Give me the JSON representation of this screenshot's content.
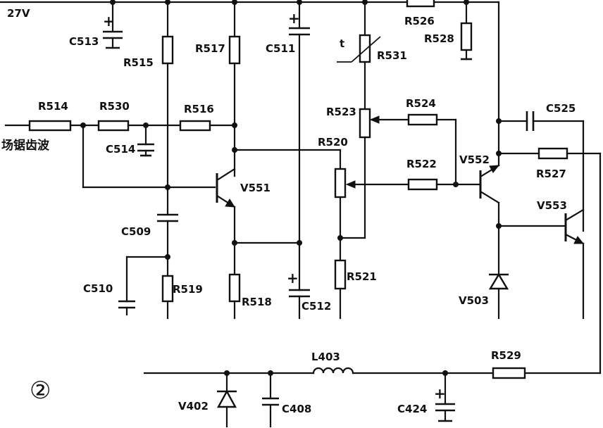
{
  "labels": {
    "supply": "27V",
    "input": "场锯齿波",
    "C513": "C513",
    "R515": "R515",
    "R517": "R517",
    "C511": "C511",
    "R531": "R531",
    "R526": "R526",
    "R528": "R528",
    "t": "t",
    "R514": "R514",
    "R530": "R530",
    "R516": "R516",
    "C514": "C514",
    "R523": "R523",
    "R524": "R524",
    "C525": "C525",
    "R520": "R520",
    "R522": "R522",
    "V552": "V552",
    "R527": "R527",
    "V551": "V551",
    "V553": "V553",
    "C509": "C509",
    "C510": "C510",
    "R519": "R519",
    "R518": "R518",
    "C512": "C512",
    "R521": "R521",
    "V503": "V503",
    "L403": "L403",
    "R529": "R529",
    "V402": "V402",
    "C408": "C408",
    "C424": "C424",
    "figure": "②"
  },
  "polarity": {
    "plus": "+"
  }
}
